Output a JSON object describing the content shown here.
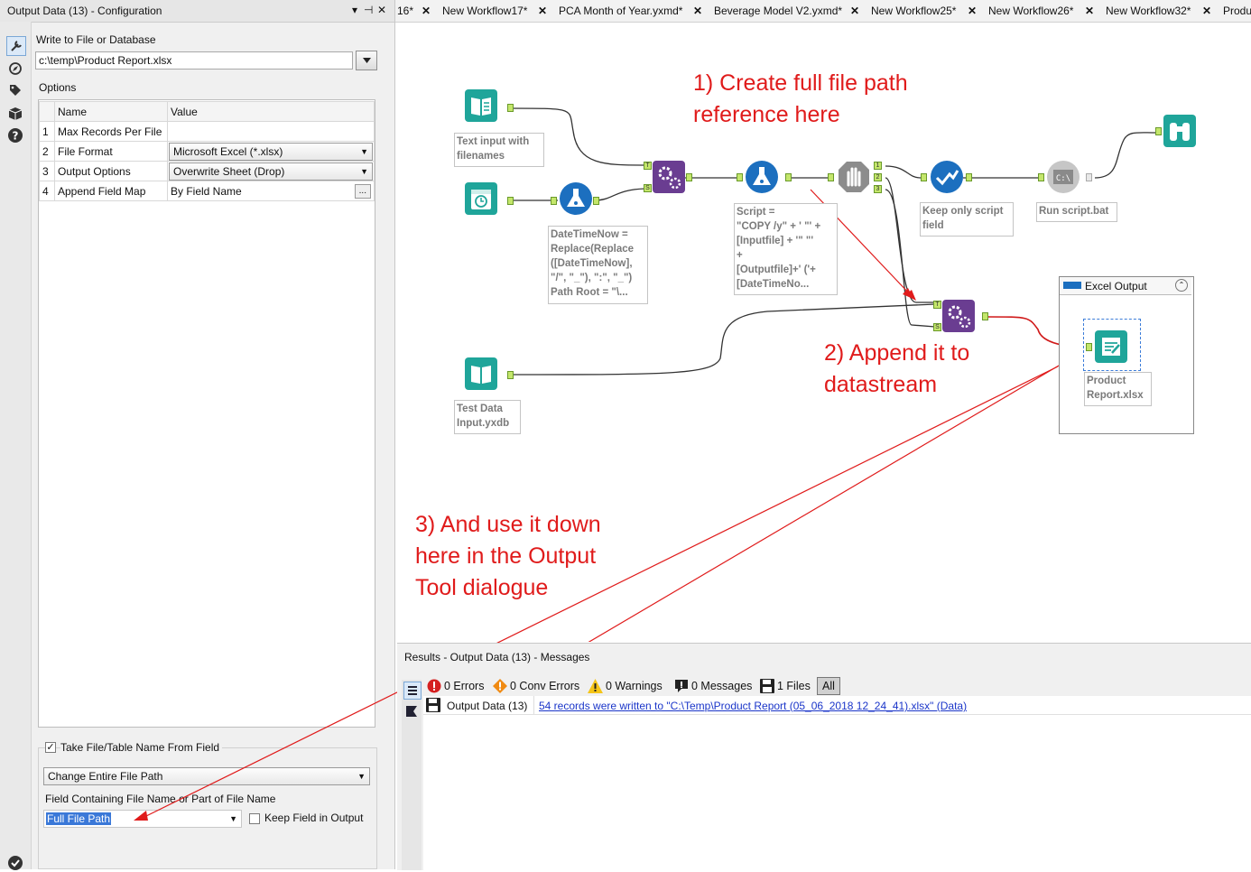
{
  "config_panel": {
    "title": "Output Data (13) - Configuration",
    "title_controls": [
      "▾",
      "⊣",
      "✕"
    ],
    "write_label": "Write to File or Database",
    "file_path": "c:\\temp\\Product Report.xlsx",
    "options_label": "Options",
    "table": {
      "headers": [
        "Name",
        "Value"
      ],
      "rows": [
        {
          "num": "1",
          "name": "Max Records Per File",
          "value": ""
        },
        {
          "num": "2",
          "name": "File Format",
          "value": "Microsoft Excel (*.xlsx)"
        },
        {
          "num": "3",
          "name": "Output Options",
          "value": "Overwrite Sheet (Drop)"
        },
        {
          "num": "4",
          "name": "Append Field Map",
          "value": "By Field Name"
        }
      ],
      "ellipsis": "..."
    },
    "take_name_label": "Take File/Table Name From Field",
    "take_name_checked": "✓",
    "change_mode": "Change Entire File Path",
    "field_label": "Field Containing File Name or Part of File Name",
    "field_value": "Full File Path",
    "keep_field_label": "Keep Field in Output"
  },
  "tabs": [
    "16*",
    "New Workflow17*",
    "PCA Month of Year.yxmd*",
    "Beverage Model V2.yxmd*",
    "New Workflow25*",
    "New Workflow26*",
    "New Workflow32*",
    "Produ"
  ],
  "canvas": {
    "annotations": {
      "text_input": "Text input with\nfilenames",
      "formula1": "DateTimeNow =\nReplace(Replace\n([DateTimeNow],\n\"/\", \"_\"), \":\", \"_\")\nPath Root = \"\\...",
      "formula2": "Script =\n\"COPY /y\" + ' \"' +\n[Inputfile] + '\" \"'\n+\n[Outputfile]+' ('+\n[DateTimeNo...",
      "select": "Keep only script\nfield",
      "run": "Run script.bat",
      "test_data": "Test Data\nInput.yxdb",
      "product": "Product\nReport.xlsx"
    },
    "container_title": "Excel Output",
    "red_notes": {
      "note1": "1) Create full file path\nreference here",
      "note2": "2) Append it to\ndatastream",
      "note3": "3) And use it down\nhere in the Output\nTool dialogue"
    },
    "port_labels": [
      "T",
      "S",
      "1",
      "2",
      "3"
    ]
  },
  "results": {
    "title": "Results - Output Data (13) - Messages",
    "errors": "0 Errors",
    "conv_errors": "0 Conv Errors",
    "warnings": "0 Warnings",
    "messages": "0 Messages",
    "files": "1 Files",
    "all": "All",
    "row_tool": "Output Data (13)",
    "row_message": "54 records were written to \"C:\\Temp\\Product Report (05_06_2018 12_24_41).xlsx\" (Data)"
  },
  "colors": {
    "teal": "#1fa59a",
    "blue": "#1c6fbf",
    "purple": "#6a3d91",
    "grey_tool": "#8c8c8c",
    "red": "#e01b1b",
    "link": "#1a35c9"
  }
}
